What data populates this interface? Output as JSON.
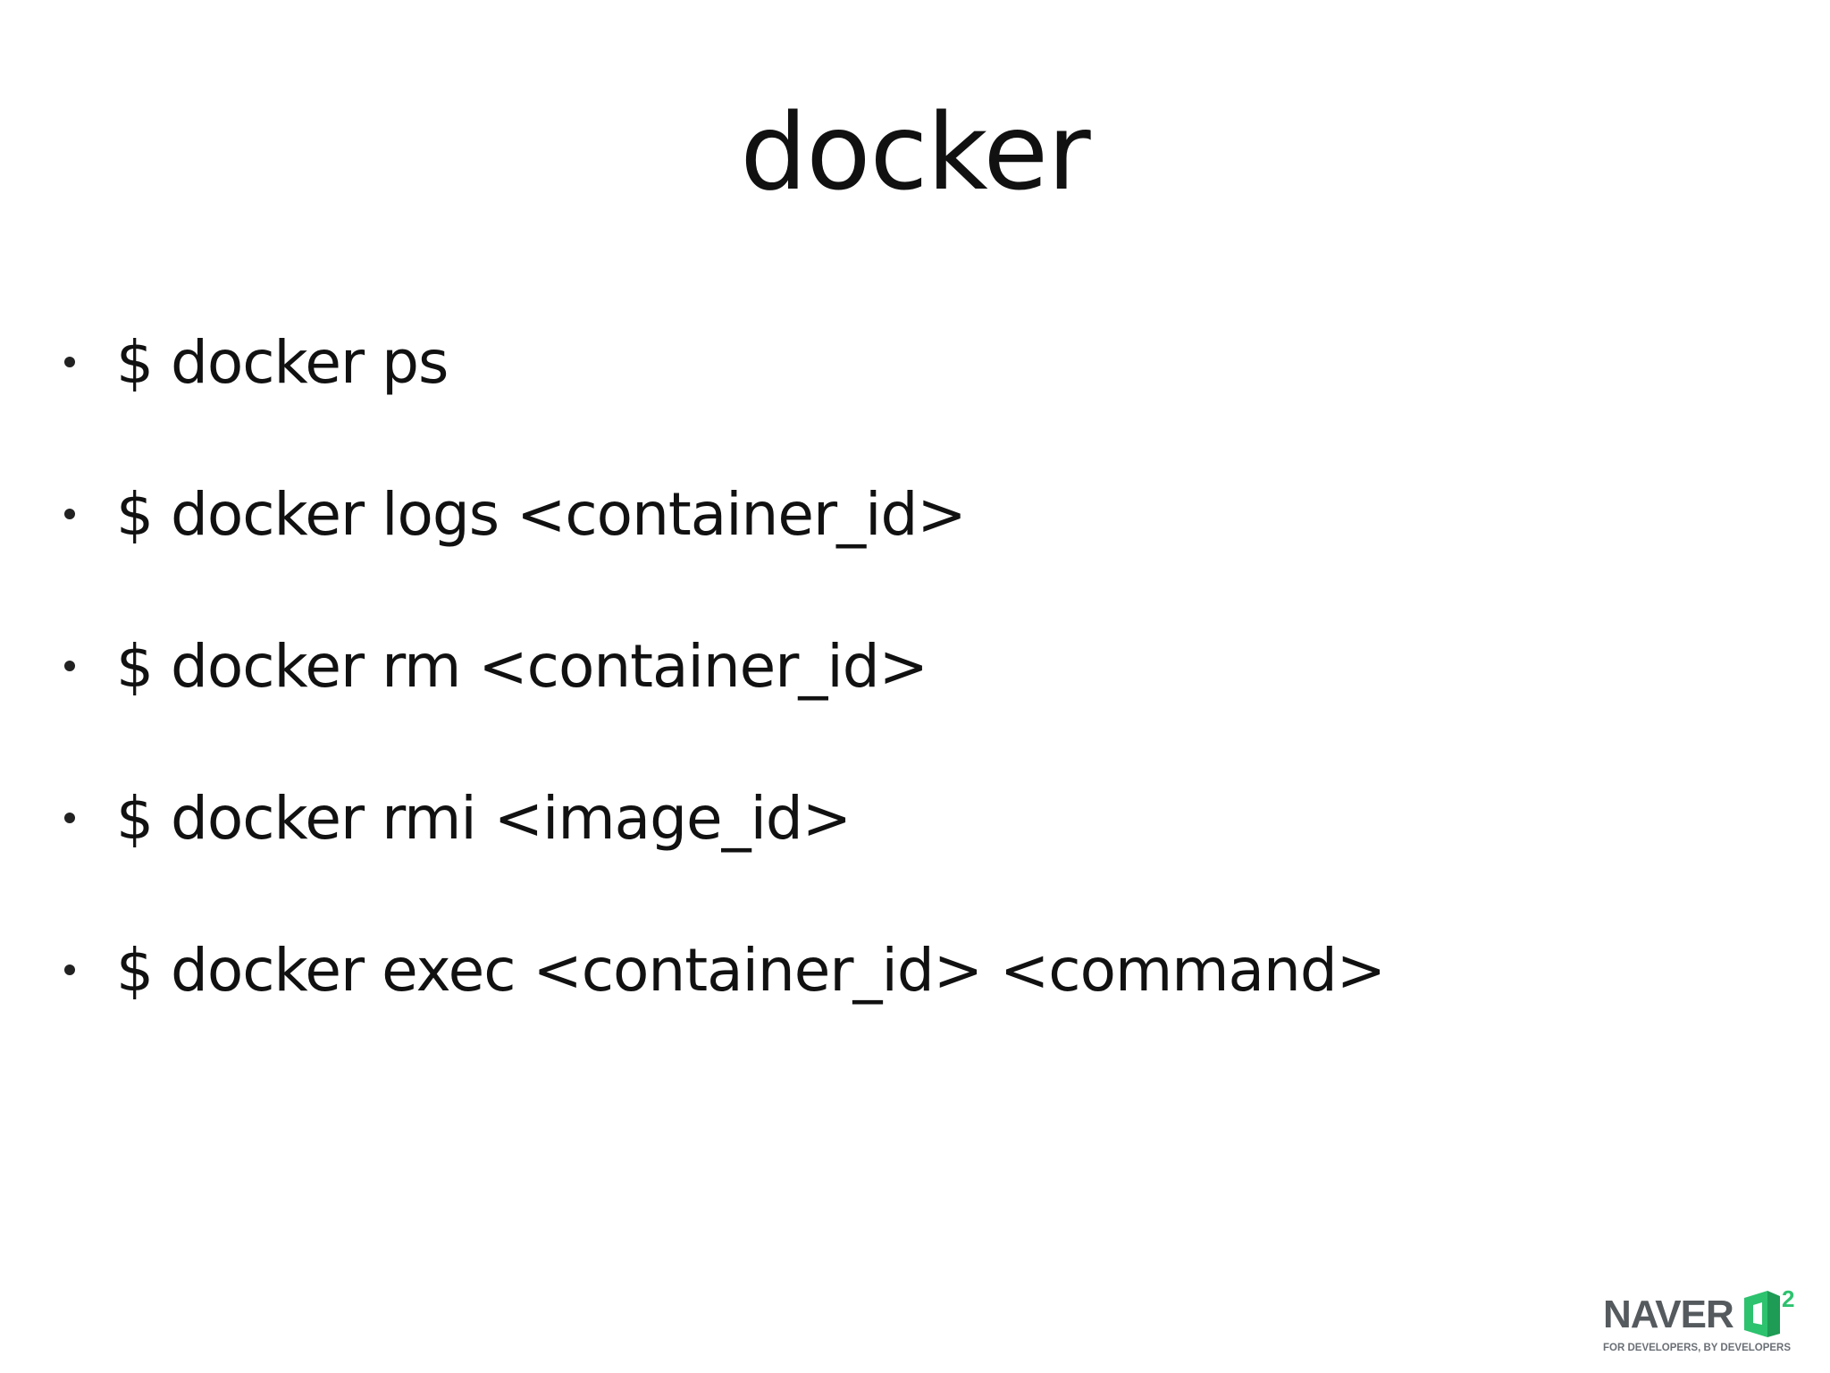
{
  "slide": {
    "title": "docker",
    "bullets": [
      {
        "text": "$ docker ps"
      },
      {
        "text": "$ docker logs <container_id>"
      },
      {
        "text": "$ docker rm <container_id>"
      },
      {
        "text": "$ docker rmi <image_id>"
      },
      {
        "text": "$ docker exec <container_id> <command>"
      }
    ]
  },
  "logo": {
    "brand": "NAVER",
    "mark": "D2",
    "tagline": "FOR DEVELOPERS, BY DEVELOPERS",
    "colors": {
      "text": "#555a5e",
      "mark_green": "#2dc26e",
      "mark_dark_green": "#1e9b55"
    }
  }
}
